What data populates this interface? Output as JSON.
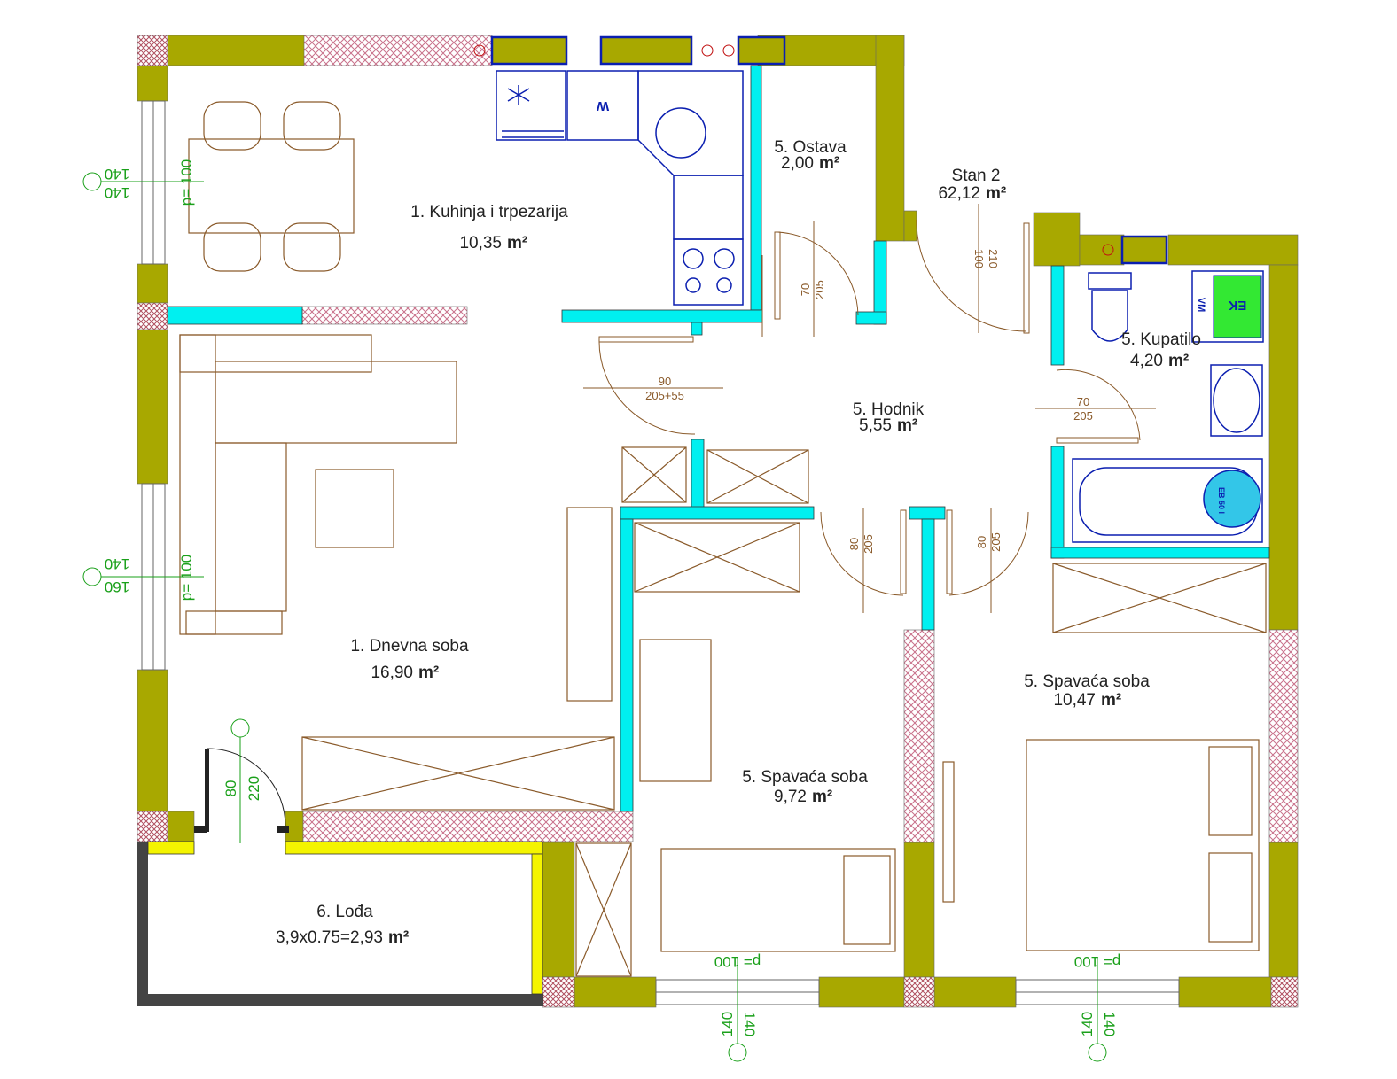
{
  "colors": {
    "wall": "#a8a800",
    "insulation": "#00f0f0",
    "partition_hatch": "#c8708a",
    "furniture": "#8a5a2a",
    "kitchen": "#1a28b0",
    "loggia": "#f4f400",
    "dim": "#1aa01a"
  },
  "apartment": {
    "name": "Stan 2",
    "area": "62,12",
    "unit": "m²"
  },
  "rooms": [
    {
      "id": "kitchen",
      "name": "1. Kuhinja i trpezarija",
      "area": "10,35",
      "unit": "m²"
    },
    {
      "id": "storage",
      "name": "5. Ostava",
      "area": "2,00",
      "unit": "m²"
    },
    {
      "id": "bathroom",
      "name": "5. Kupatilo",
      "area": "4,20",
      "unit": "m²"
    },
    {
      "id": "hall",
      "name": "5. Hodnik",
      "area": "5,55",
      "unit": "m²"
    },
    {
      "id": "living",
      "name": "1. Dnevna soba",
      "area": "16,90",
      "unit": "m²"
    },
    {
      "id": "bedroom1",
      "name": "5. Spavaća soba",
      "area": "9,72",
      "unit": "m²"
    },
    {
      "id": "bedroom2",
      "name": "5. Spavaća soba",
      "area": "10,47",
      "unit": "m²"
    },
    {
      "id": "loggia",
      "name": "6. Lođa",
      "area": "3,9x0.75=2,93",
      "unit": "m²"
    }
  ],
  "doors": {
    "kitchen": {
      "width": "90",
      "height": "205+55"
    },
    "storage": {
      "width": "70",
      "height": "205"
    },
    "entry": {
      "width": "100",
      "height": "210"
    },
    "bathroom": {
      "width": "70",
      "height": "205"
    },
    "bedroom1": {
      "width": "80",
      "height": "205"
    },
    "bedroom2": {
      "width": "80",
      "height": "205"
    },
    "loggia": {
      "width": "80",
      "height": "220"
    }
  },
  "windows": {
    "kitchen": {
      "top": "140",
      "bottom": "140",
      "sill": "p= 100"
    },
    "living": {
      "top": "140",
      "bottom": "160",
      "sill": "p= 100"
    },
    "bedroom1": {
      "left": "140",
      "right": "140",
      "sill": "p= 100"
    },
    "bedroom2": {
      "left": "140",
      "right": "140",
      "sill": "p= 100"
    }
  },
  "symbols": {
    "washer": "W",
    "washing_machine": "VM",
    "boiler": "EK",
    "electric_boiler": "EB 50 l"
  }
}
